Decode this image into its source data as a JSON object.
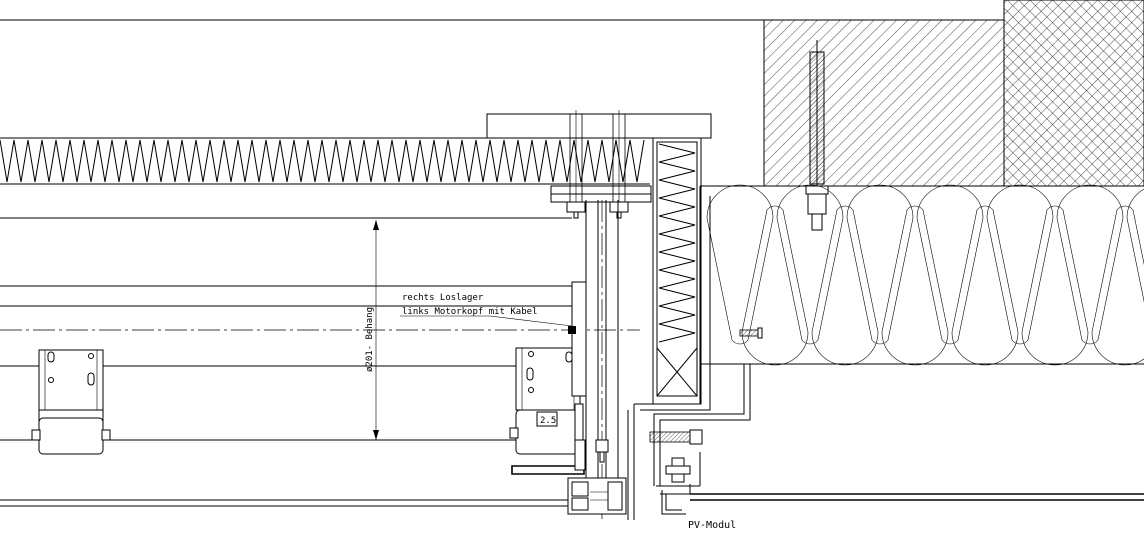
{
  "annotations": {
    "label_loslager": "rechts Loslager",
    "label_motorkopf": "links Motorkopf mit Kabel",
    "label_diameter": "ø201- Behang",
    "label_dim_small": "2.5",
    "label_pv_modul": "PV-Modul"
  }
}
